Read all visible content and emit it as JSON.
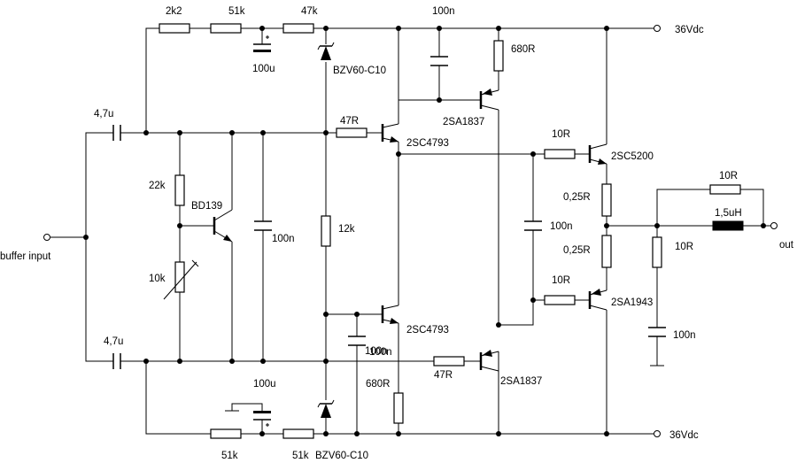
{
  "colors": {
    "ink": "#000000",
    "paper": "#ffffff"
  },
  "labels": {
    "r_2k2": "2k2",
    "r_51k_top": "51k",
    "r_47k_top": "47k",
    "c_100n_top": "100n",
    "supply_top": "36Vdc",
    "c_100u_top": "100u",
    "zener_top": "BZV60-C10",
    "r_680r_top": "680R",
    "c_4u7_top": "4,7u",
    "r_47r_top": "47R",
    "q_2sa1837_top": "2SA1837",
    "q_2sc4793_top": "2SC4793",
    "r_10r_top": "10R",
    "q_2sc5200": "2SC5200",
    "r_22k": "22k",
    "q_bd139": "BD139",
    "r_025_top": "0,25R",
    "r_10r_fb": "10R",
    "l_1u5": "1,5uH",
    "c_100n_mid": "100n",
    "r_12k": "12k",
    "c_100n_bias": "100n",
    "c_100n_driver": "100n",
    "buffer_input": "buffer input",
    "out": "out",
    "r_025_bot": "0,25R",
    "r_10r_zobel": "10R",
    "r_10k": "10k",
    "r_10r_bot": "10R",
    "q_2sa1943": "2SA1943",
    "q_2sc4793_bot": "2SC4793",
    "c_100n_zobel": "100n",
    "c_4u7_bot": "4,7u",
    "c_100n_bot": "100n",
    "r_680r_bot": "680R",
    "r_47r_bot": "47R",
    "q_2sa1837_bot": "2SA1837",
    "c_100u_bot": "100u",
    "supply_bot": "36Vdc",
    "r_51k_bot1": "51k",
    "r_51k_bot2": "51k",
    "zener_bot": "BZV60-C10"
  }
}
